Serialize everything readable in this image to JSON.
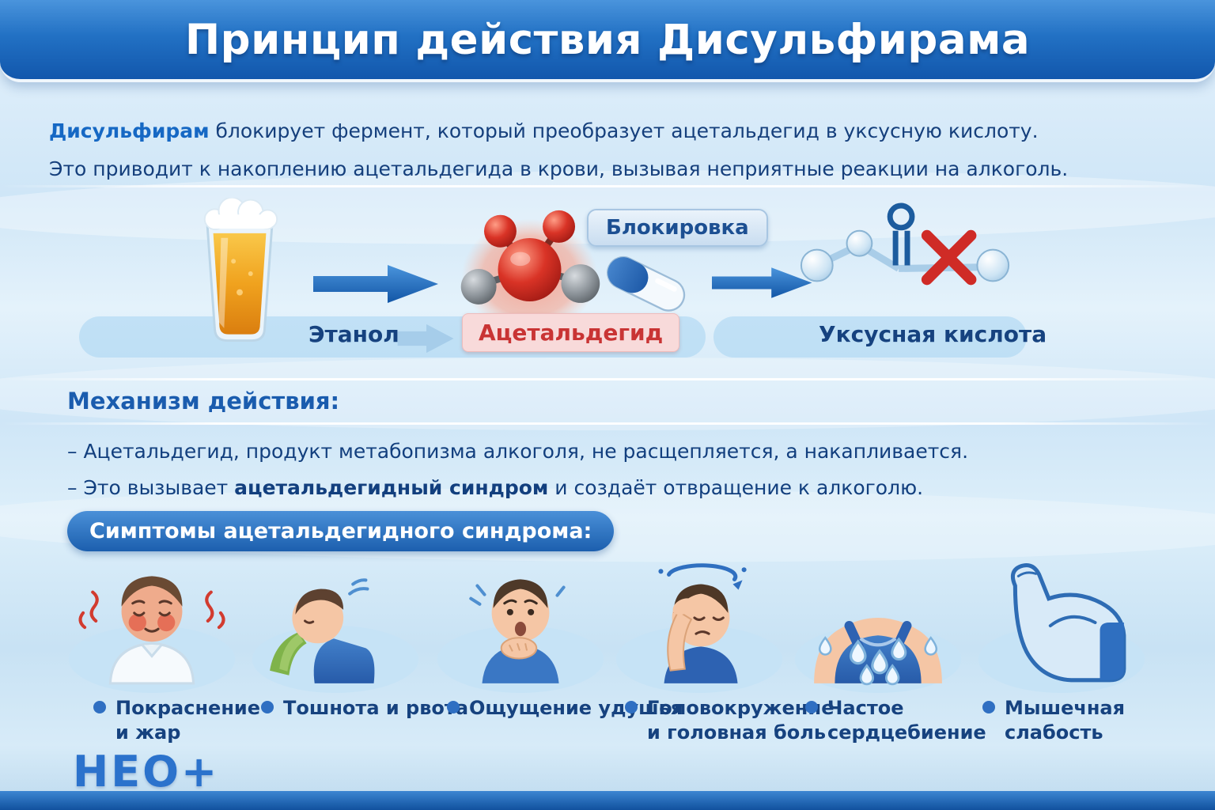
{
  "header": {
    "title": "Принцип действия Дисульфирама"
  },
  "intro": {
    "line1_bold": "Дисульфирам",
    "line1_rest": " блокирует фермент, который преобразует ацетальдегид в уксусную кислоту.",
    "line2": "Это приводит к накоплению ацетальдегида в крови, вызывая неприятные реакции на алкоголь."
  },
  "process": {
    "ethanol_label": "Этанол",
    "acetaldehyde_label": "Ацетальдегид",
    "blockade_label": "Блокировка",
    "acetic_acid_label": "Уксусная кислота"
  },
  "mechanism": {
    "heading": "Механизм действия:",
    "bullet1": "– Ацетальдегид, продукт метабопизма алкоголя, не расщепляется, а накапливается.",
    "bullet2_prefix": "– Это вызывает ",
    "bullet2_bold": "ацетальдегидный синдром",
    "bullet2_suffix": " и создаёт отвращение к алкоголю."
  },
  "symptoms": {
    "heading": "Симптомы ацетальдегидного синдрома:",
    "items": [
      {
        "label": "Покраснение\nи жар",
        "icon": "flushed-face-icon"
      },
      {
        "label": "Тошнота и рвота",
        "icon": "vomiting-icon"
      },
      {
        "label": "Ощущение удушья",
        "icon": "choking-icon"
      },
      {
        "label": "Головокружение\nи головная боль",
        "icon": "dizziness-headache-icon"
      },
      {
        "label": "Частое\nсердцебиение",
        "icon": "sweating-chest-icon"
      },
      {
        "label": "Мышечная\nслабость",
        "icon": "muscle-weakness-icon"
      }
    ]
  },
  "footer": {
    "logo": "НЕО+"
  },
  "icons": {
    "beer_glass": "beer-glass-icon",
    "flow_arrow": "flow-arrow-icon",
    "acetaldehyde_molecule": "acetaldehyde-molecule-icon",
    "pill_capsule": "pill-capsule-icon",
    "blocked_acetic_acid_molecule": "blocked-acetic-acid-molecule-icon",
    "label_arrow": "label-arrow-icon"
  },
  "colors": {
    "header_blue": "#1d66b8",
    "accent_blue": "#1f6cb5",
    "text_navy": "#16427f",
    "red_accent": "#c93434",
    "acetaldehyde_bg": "#f8dada",
    "background_light": "#d7ebf8"
  }
}
